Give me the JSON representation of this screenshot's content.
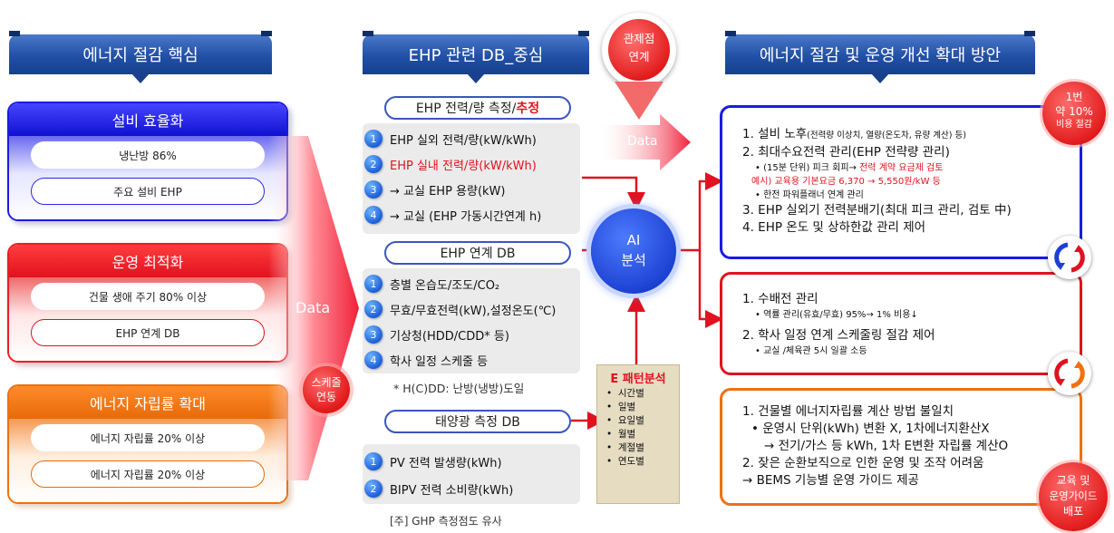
{
  "left": {
    "banner": "에너지 절감 핵심",
    "panels": [
      {
        "title": "설비 효율화",
        "items": [
          "냉난방 86%",
          "주요 설비 EHP"
        ]
      },
      {
        "title": "운영 최적화",
        "items": [
          "건물 생애 주기 80% 이상",
          "EHP 연계 DB"
        ]
      },
      {
        "title": "에너지 자립률 확대",
        "items": [
          "에너지 자립률 20% 이상",
          "에너지 자립률 20% 이상"
        ]
      }
    ]
  },
  "arrow_left": {
    "data": "Data",
    "schedule_1": "스케줄",
    "schedule_2": "연동"
  },
  "middle": {
    "banner": "EHP 관련 DB_중심",
    "control_1": "관제점",
    "control_2": "연계",
    "sec1": {
      "head_a": "EHP 전력/량 측정/",
      "head_b": "추정",
      "rows": [
        {
          "n": "1",
          "t": "EHP 실외 전력/량(kW/kWh)"
        },
        {
          "n": "2",
          "t": "EHP 실내 전력/량(kW/kWh)"
        },
        {
          "n": "3",
          "t": "→ 교실 EHP 용량(kW)"
        },
        {
          "n": "4",
          "t": "→ 교실 (EHP 가동시간연계 h)"
        }
      ]
    },
    "sec2": {
      "head": "EHP 연계 DB",
      "rows": [
        {
          "n": "1",
          "t": "층별 온습도/조도/CO₂"
        },
        {
          "n": "2",
          "t": "무효/무효전력(kW),설정온도(℃)"
        },
        {
          "n": "3",
          "t": "기상청(HDD/CDD* 등)"
        },
        {
          "n": "4",
          "t": "학사 일정 스케줄 등"
        }
      ],
      "note": "* H(C)DD: 난방(냉방)도일"
    },
    "sec3": {
      "head": "태양광 측정 DB",
      "rows": [
        {
          "n": "1",
          "t": "PV 전력 발생량(kWh)"
        },
        {
          "n": "2",
          "t": "BIPV 전력 소비량(kWh)"
        }
      ],
      "note": "[주] GHP 측정점도 유사"
    },
    "data_arrow": "Data",
    "ai_1": "AI",
    "ai_2": "분석",
    "epattern": {
      "title": "E 패턴분석",
      "items": [
        "시간별",
        "일별",
        "요일별",
        "월별",
        "계절별",
        "연도별"
      ]
    }
  },
  "right": {
    "banner": "에너지 절감 및 운영 개선 확대 방안",
    "badge_top": [
      "1번",
      "약 10%",
      "비용 절감"
    ],
    "badge_bottom": [
      "교육 및",
      "운영가이드",
      "배포"
    ],
    "box1": {
      "l1_a": "1. 설비 노후",
      "l1_b": "(전력량 이상치, 열량(온도차, 유량 계산) 등)",
      "l2": "2. 최대수요전력 관리(EHP 전략량 관리)",
      "l2_s1_a": "• (15분 단위) 피크 회피→ ",
      "l2_s1_b": "전력 계약 요금제 검토",
      "l2_s2": "예시) 교육용 기본요금 6,370 → 5,550원/kW 등",
      "l2_s3": "• 한전 파워플래너 연계 관리",
      "l3": "3. EHP 실외기 전력분배기(최대 피크 관리, 검토 中)",
      "l4": "4. EHP 온도 및 상하한값 관리 제어"
    },
    "box2": {
      "l1": "1. 수배전 관리",
      "l1_s": "• 역률 관리(유효/무효) 95%→ 1% 비용↓",
      "l2": "2. 학사 일정 연계 스케줄링 절감 제어",
      "l2_s": "• 교실 /체육관 5시 일괄 소등"
    },
    "box3": {
      "l1": "1. 건물별 에너지자립률 계산 방법 불일치",
      "l1_s1": "• 운영시 단위(kWh) 변환 X, 1차에너지환산X",
      "l1_s2": "→ 전기/가스 등 kWh, 1차 E변환 자립률 계산O",
      "l2": "2. 잦은 순환보직으로 인한 운영 및 조작 어려움",
      "l3": "→ BEMS 기능별 운영 가이드 제공"
    }
  }
}
